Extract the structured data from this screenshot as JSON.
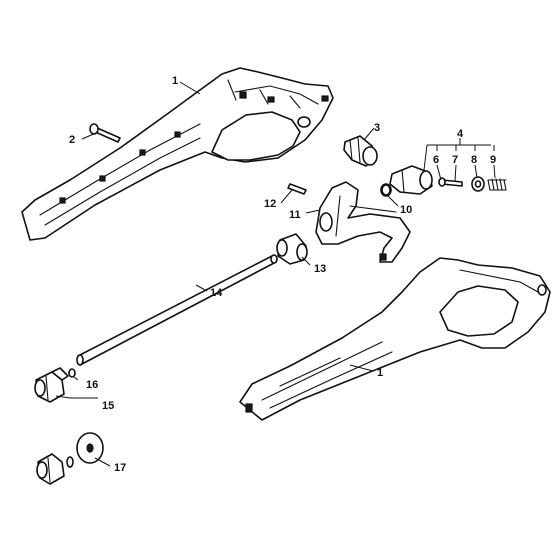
{
  "callouts": {
    "c1_top": "1",
    "c2": "2",
    "c3": "3",
    "c4": "4",
    "c6": "6",
    "c7": "7",
    "c8": "8",
    "c9": "9",
    "c10": "10",
    "c11": "11",
    "c12": "12",
    "c13": "13",
    "c14": "14",
    "c15": "15",
    "c16": "16",
    "c17": "17",
    "c1_bottom": "1"
  }
}
